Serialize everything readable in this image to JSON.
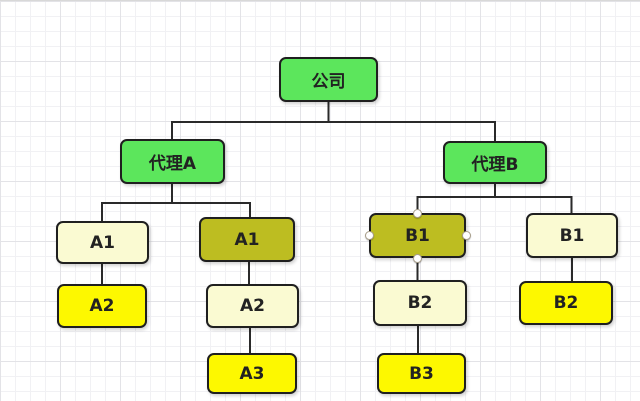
{
  "diagram": {
    "title": "org-tree",
    "nodes": [
      {
        "id": "company",
        "label": "公司",
        "fill": "green",
        "selected": false
      },
      {
        "id": "agent-a",
        "label": "代理A",
        "fill": "green",
        "selected": false
      },
      {
        "id": "agent-b",
        "label": "代理B",
        "fill": "green",
        "selected": false
      },
      {
        "id": "a1-left",
        "label": "A1",
        "fill": "cream",
        "selected": false
      },
      {
        "id": "a1-right",
        "label": "A1",
        "fill": "olive",
        "selected": false
      },
      {
        "id": "a2-left",
        "label": "A2",
        "fill": "yellow",
        "selected": false
      },
      {
        "id": "a2-middle",
        "label": "A2",
        "fill": "cream",
        "selected": false
      },
      {
        "id": "a3",
        "label": "A3",
        "fill": "yellow",
        "selected": false
      },
      {
        "id": "b1-left",
        "label": "B1",
        "fill": "olive",
        "selected": true
      },
      {
        "id": "b1-right",
        "label": "B1",
        "fill": "cream",
        "selected": false
      },
      {
        "id": "b2-middle",
        "label": "B2",
        "fill": "cream",
        "selected": false
      },
      {
        "id": "b2-right",
        "label": "B2",
        "fill": "yellow",
        "selected": false
      },
      {
        "id": "b3",
        "label": "B3",
        "fill": "yellow",
        "selected": false
      }
    ],
    "edges": [
      [
        "company",
        "agent-a"
      ],
      [
        "company",
        "agent-b"
      ],
      [
        "agent-a",
        "a1-left"
      ],
      [
        "agent-a",
        "a1-right"
      ],
      [
        "agent-b",
        "b1-left"
      ],
      [
        "agent-b",
        "b1-right"
      ],
      [
        "a1-left",
        "a2-left"
      ],
      [
        "a1-right",
        "a2-middle"
      ],
      [
        "a2-middle",
        "a3"
      ],
      [
        "b1-left",
        "b2-middle"
      ],
      [
        "b2-middle",
        "b3"
      ],
      [
        "b1-right",
        "b2-right"
      ]
    ],
    "colors": {
      "green": "#5ce65c",
      "olive": "#bdbd21",
      "cream": "#fafad2",
      "yellow": "#fdf800",
      "border": "#1f1f1f",
      "connector": "#2a2a2a",
      "grid_minor": "#f1f1f4",
      "grid_major": "#e3e3e7",
      "canvas": "#ffffff"
    }
  }
}
